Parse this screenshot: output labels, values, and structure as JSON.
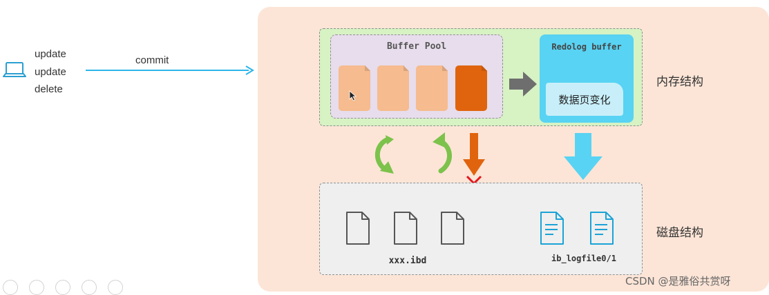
{
  "client": {
    "operations": [
      "update",
      "update",
      "delete"
    ],
    "commit_label": "commit"
  },
  "memory": {
    "buffer_pool_title": "Buffer Pool",
    "redolog_buffer_title": "Redolog buffer",
    "data_change_label": "数据页变化",
    "section_label": "内存结构"
  },
  "disk": {
    "ibd_label": "xxx.ibd",
    "logfile_label": "ib_logfile0/1",
    "section_label": "磁盘结构"
  },
  "watermark": "CSDN @是雅俗共赏呀",
  "colors": {
    "panel": "#fce5d7",
    "memory_region": "#d7f2c3",
    "buffer_pool": "#e7ddec",
    "redolog_buffer": "#58d3f3",
    "page_light": "#f6bb8e",
    "page_dark": "#e0640e",
    "disk_region": "#efefef",
    "commit_arrow": "#2bb5e8",
    "log_file": "#1aa3d6"
  },
  "icons": [
    "laptop-icon",
    "file-icon",
    "log-file-icon",
    "green-cycle-arrow",
    "orange-down-arrow",
    "red-x-icon",
    "blue-down-arrow",
    "gray-right-arrow",
    "mouse-cursor-icon"
  ]
}
